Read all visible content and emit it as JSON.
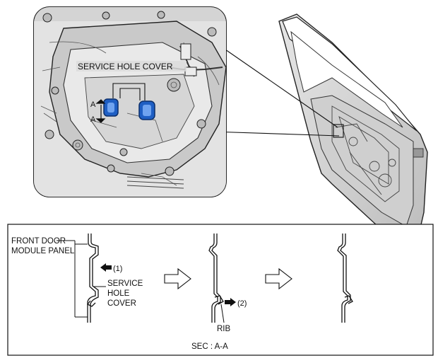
{
  "detail_view": {
    "service_hole_cover_label": "SERVICE HOLE COVER",
    "section_marker_top": "A",
    "section_marker_bottom": "A"
  },
  "section_panel": {
    "front_door_module_panel_line1": "FRONT DOOR",
    "front_door_module_panel_line2": "MODULE PANEL",
    "service_hole_cover_line1": "SERVICE",
    "service_hole_cover_line2": "HOLE",
    "service_hole_cover_line3": "COVER",
    "step_one_label": "(1)",
    "step_two_label": "(2)",
    "rib_label": "RIB",
    "section_caption": "SEC : A-A"
  },
  "colors": {
    "clip_fill": "#2f6fd6",
    "line": "#111111",
    "panel_bg": "#f0f0f0"
  }
}
